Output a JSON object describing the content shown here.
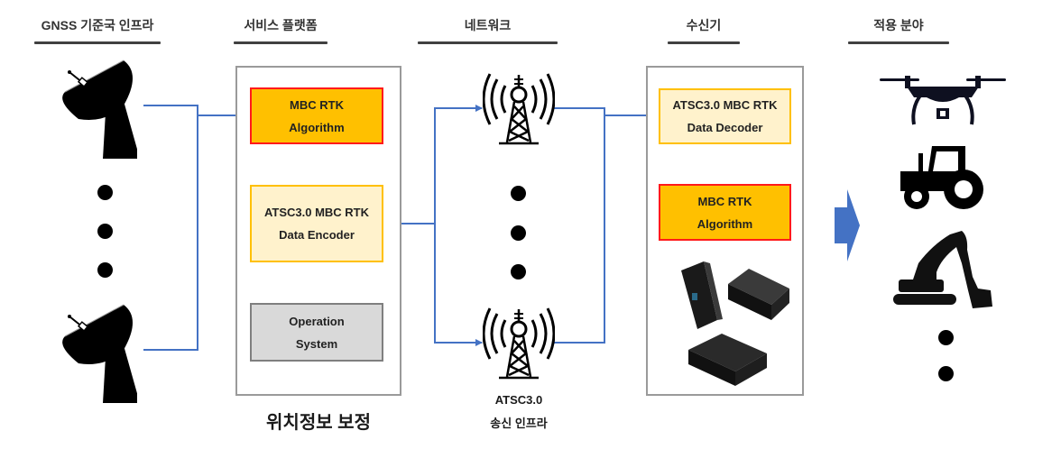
{
  "headers": {
    "gnss": "GNSS 기준국 인프라",
    "platform": "서비스 플랫폼",
    "network": "네트워크",
    "receiver": "수신기",
    "application": "적용 분야"
  },
  "platform": {
    "algorithm_box": [
      "MBC RTK",
      "Algorithm"
    ],
    "encoder_box": [
      "ATSC3.0 MBC RTK",
      "Data Encoder"
    ],
    "os_box": [
      "Operation",
      "System"
    ],
    "caption": "위치정보 보정"
  },
  "network": {
    "caption_line1": "ATSC3.0",
    "caption_line2": "송신 인프라"
  },
  "receiver": {
    "decoder_box": [
      "ATSC3.0 MBC RTK",
      "Data Decoder"
    ],
    "algorithm_box": [
      "MBC RTK",
      "Algorithm"
    ]
  },
  "application": {
    "icons": [
      "drone-icon",
      "tractor-icon",
      "excavator-icon"
    ]
  },
  "colors": {
    "connector": "#4472c4",
    "algorithm_fill": "#ffc000",
    "algorithm_border": "#ff1a1a",
    "codec_fill": "#fff2cc",
    "codec_border": "#ffc000",
    "os_fill": "#d9d9d9",
    "arrow": "#4472c4"
  }
}
